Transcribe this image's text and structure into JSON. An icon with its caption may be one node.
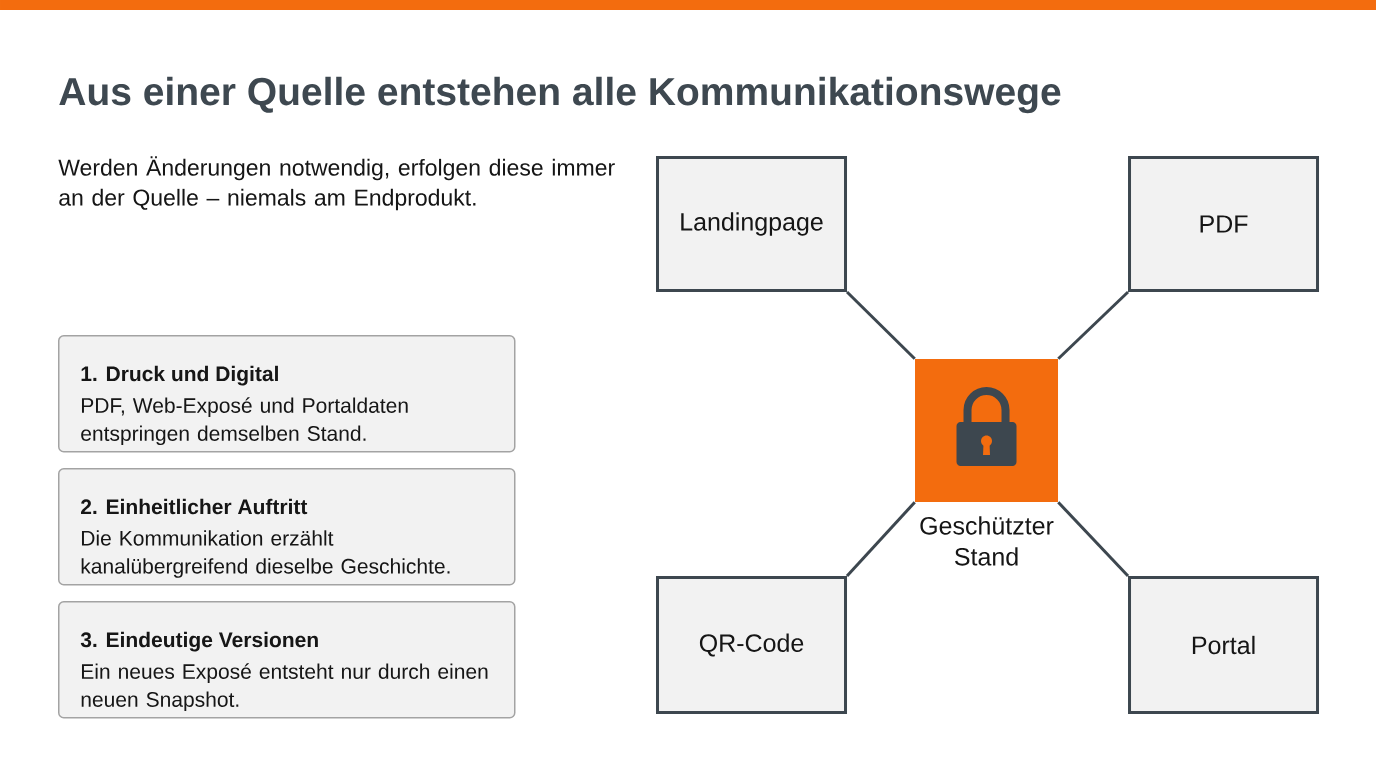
{
  "diagram": {
    "title": "Aus einer Quelle entstehen alle Kommunikationswege",
    "nodes": [
      {
        "text": [
          "1. Druck und Digital",
          "PDF, Web-Exposé und Portaldaten entspringen demselben Stand."
        ]
      },
      {
        "text": [
          "2. Einheitlicher Auftritt",
          "Die Kommunikation erzählt kanalübergreifend dieselbe Geschichte."
        ]
      },
      {
        "text": [
          "3. Eindeutige Versionen",
          "Ein neues Exposé entsteht nur durch einen neuen Snapshot."
        ]
      },
      {
        "text": [
          "Landingpage"
        ]
      },
      {
        "text": [
          "PDF"
        ]
      },
      {
        "text": [
          "Geschützter Stand"
        ]
      },
      {
        "text": [
          "QR-Code"
        ]
      },
      {
        "text": [
          "Portal"
        ]
      }
    ],
    "edges": [
      {
        "from": 5,
        "to": 3,
        "arrow": "none"
      },
      {
        "from": 5,
        "to": 4,
        "arrow": "none"
      },
      {
        "from": 5,
        "to": 6,
        "arrow": "none"
      },
      {
        "from": 5,
        "to": 7,
        "arrow": "none"
      }
    ],
    "labels": [
      "Werden Änderungen notwendig, erfolgen diese immer an der Quelle – niemals am Endprodukt."
    ]
  }
}
